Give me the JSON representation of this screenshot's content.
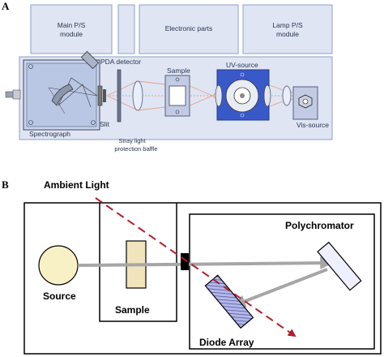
{
  "panel_a": {
    "label": "A",
    "modules": {
      "main_ps": [
        "Main P/S",
        "module"
      ],
      "electronic": "Electronic parts",
      "lamp_ps": [
        "Lamp P/S",
        "module"
      ]
    },
    "components": {
      "pda_detector": "PDA detector",
      "sample": "Sample",
      "uv_source": "UV-source",
      "slit": "Slit",
      "vis_source": "Vis-source",
      "spectrograph": "Spectrograph",
      "baffle": [
        "Stray light",
        "protection baffle"
      ]
    }
  },
  "panel_b": {
    "label": "B",
    "ambient_light": "Ambient Light",
    "polychromator": "Polychromator",
    "source": "Source",
    "sample": "Sample",
    "diode_array": "Diode Array"
  },
  "colors": {
    "panel_fill": "#dfe5f3",
    "panel_stroke": "#8e9fc6",
    "beam": "#e8a090",
    "arrow_gray": "#a6a6a6",
    "source_fill": "#f9f1c6",
    "sample_fill": "#f1e4bc",
    "dashed_red": "#b01e2c",
    "grating_fill": "#eef0ff",
    "diode_fill": "#6d73c0"
  }
}
